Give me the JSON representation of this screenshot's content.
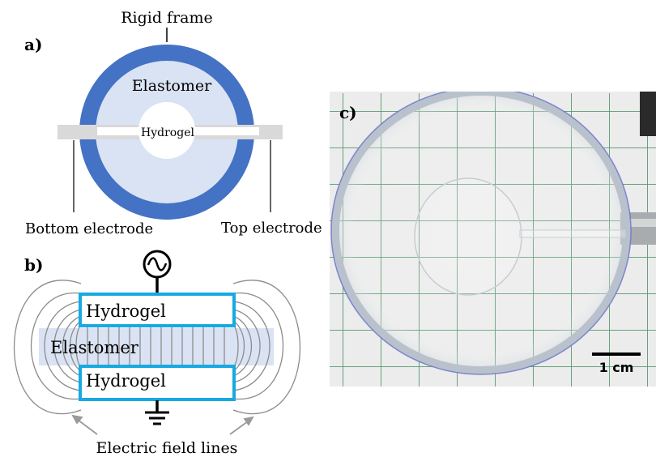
{
  "panel_a": {
    "label": "a)",
    "rigid_frame": "Rigid frame",
    "elastomer": "Elastomer",
    "hydrogel": "Hydrogel",
    "bottom_electrode": "Bottom electrode",
    "top_electrode": "Top electrode",
    "colors": {
      "frame": "#4472c4",
      "elastomer": "#dae3f3",
      "electrode": "#d9d9d9"
    }
  },
  "panel_b": {
    "label": "b)",
    "hydrogel_top": "Hydrogel",
    "elastomer": "Elastomer",
    "hydrogel_bottom": "Hydrogel",
    "field_lines": "Electric field lines",
    "colors": {
      "hydrogel_border": "#17a9e1",
      "elastomer_band": "#dae3f3",
      "field_line": "#8c8c8c"
    }
  },
  "panel_c": {
    "label": "c)",
    "scale_bar": "1 cm",
    "colors": {
      "grid_line": "#3d8a5a",
      "paper": "#ececec"
    }
  }
}
